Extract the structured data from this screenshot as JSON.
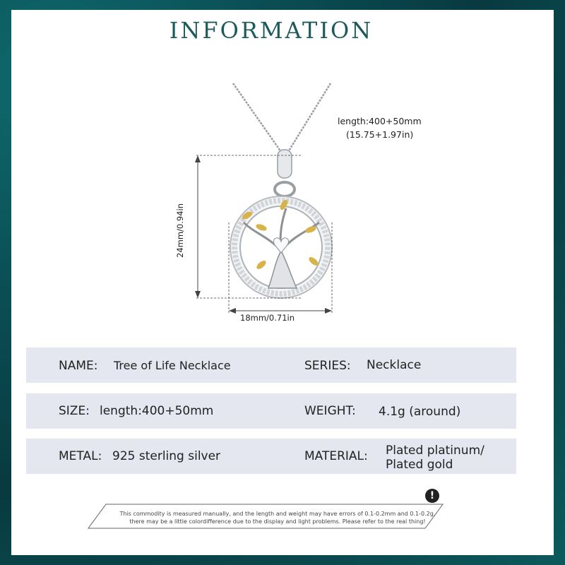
{
  "title": "INFORMATION",
  "dimensions": {
    "chain_length": "length:400+50mm",
    "chain_length_in": "(15.75+1.97in)",
    "width": "18mm/0.71in",
    "height": "24mm/0.94in"
  },
  "specs": {
    "name_label": "NAME:",
    "name_value": "Tree of Life Necklace",
    "series_label": "SERIES:",
    "series_value": "Necklace",
    "size_label": "SIZE:",
    "size_value": "length:400+50mm",
    "weight_label": "WEIGHT:",
    "weight_value": "4.1g (around)",
    "metal_label": "METAL:",
    "metal_value": "925 sterling silver",
    "material_label": "MATERIAL:",
    "material_value_1": "Plated platinum/",
    "material_value_2": "Plated gold"
  },
  "notice": {
    "line1": "This commodity is measured manually, and the length and weight may have errors of 0.1-0.2mm and 0.1-0.2g,",
    "line2": "there may be a little colordifference due to the display and light problems. Please refer to the real thing!",
    "icon": "exclamation-icon"
  },
  "colors": {
    "title": "#1e5a5c",
    "row_bg": "#e4e7ef",
    "gold": "#d8b34a",
    "silver": "#c9ccd1"
  }
}
